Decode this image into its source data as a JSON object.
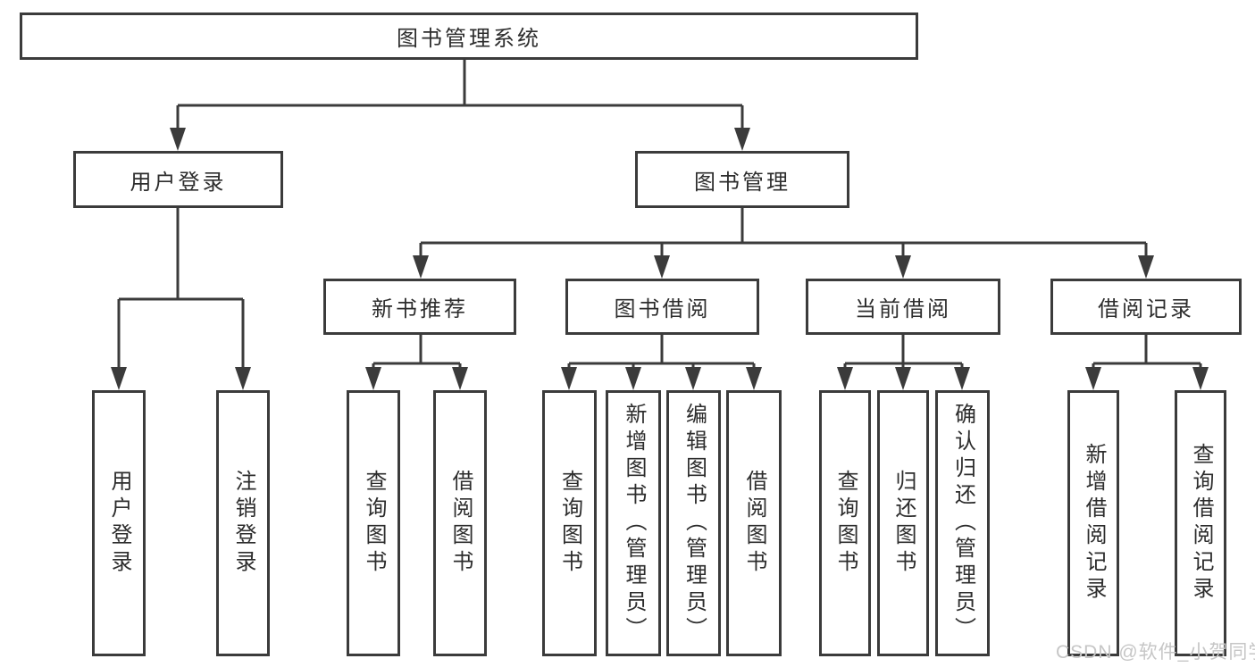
{
  "diagram": {
    "type": "tree",
    "root": {
      "label": "图书管理系统",
      "children": [
        {
          "label": "用户登录",
          "children": [
            {
              "label": "用户登录"
            },
            {
              "label": "注销登录"
            }
          ]
        },
        {
          "label": "图书管理",
          "children": [
            {
              "label": "新书推荐",
              "children": [
                {
                  "label": "查询图书"
                },
                {
                  "label": "借阅图书"
                }
              ]
            },
            {
              "label": "图书借阅",
              "children": [
                {
                  "label": "查询图书"
                },
                {
                  "label": "新增图书（管理员）"
                },
                {
                  "label": "编辑图书（管理员）"
                },
                {
                  "label": "借阅图书"
                }
              ]
            },
            {
              "label": "当前借阅",
              "children": [
                {
                  "label": "查询图书"
                },
                {
                  "label": "归还图书"
                },
                {
                  "label": "确认归还（管理员）"
                }
              ]
            },
            {
              "label": "借阅记录",
              "children": [
                {
                  "label": "新增借阅记录"
                },
                {
                  "label": "查询借阅记录"
                }
              ]
            }
          ]
        }
      ]
    }
  },
  "watermark": {
    "text": "CSDN @软件_小贺同学"
  },
  "colors": {
    "line": "#3b3b3b",
    "box_border": "#3b3b3b",
    "text": "#2d2d2d",
    "watermark": "#c6c6c6",
    "background": "#ffffff"
  }
}
